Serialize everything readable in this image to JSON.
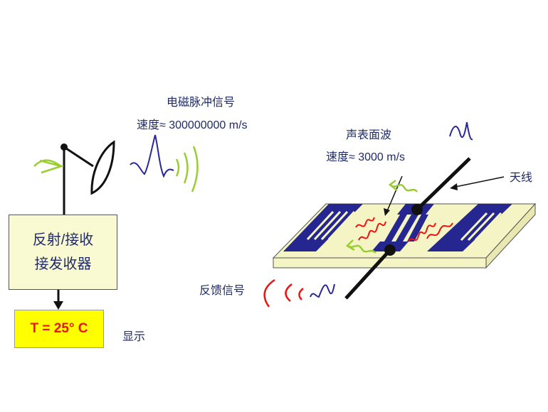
{
  "labels": {
    "em_pulse": "电磁脉冲信号",
    "em_speed": "速度≈ 300000000  m/s",
    "saw": "声表面波",
    "saw_speed": "速度≈ 3000 m/s",
    "antenna": "天线",
    "feedback": "反馈信号",
    "display": "显示"
  },
  "box": {
    "line1": "反射/接收",
    "line2": "接发收器"
  },
  "temperature": "T = 25° C",
  "colors": {
    "navy": "#1f2a99",
    "box_fill": "#fafad2",
    "display_fill": "#ffff00",
    "temp_text": "#ee1111",
    "wave_green": "#9acd32",
    "wave_red": "#ee1111"
  }
}
